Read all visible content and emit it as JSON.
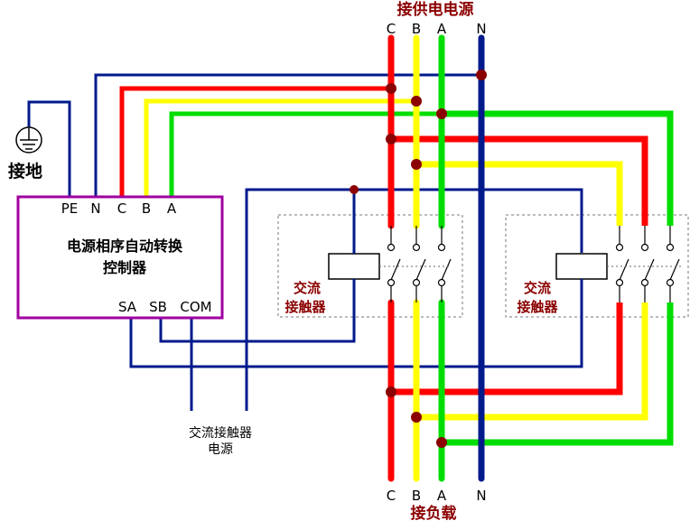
{
  "supply": {
    "title": "接供电电源",
    "phases": [
      "C",
      "B",
      "A",
      "N"
    ]
  },
  "load": {
    "title": "接负载",
    "phases": [
      "C",
      "B",
      "A",
      "N"
    ]
  },
  "ground": {
    "label": "接地"
  },
  "controller": {
    "title_line1": "电源相序自动转换",
    "title_line2": "控制器",
    "top_terminals": [
      "PE",
      "N",
      "C",
      "B",
      "A"
    ],
    "bottom_terminals": [
      "SA",
      "SB",
      "COM"
    ]
  },
  "contactor_left": {
    "line1": "交流",
    "line2": "接触器"
  },
  "contactor_right": {
    "line1": "交流",
    "line2": "接触器"
  },
  "contactor_power": {
    "line1": "交流接触器",
    "line2": "电源"
  },
  "colors": {
    "phase_c": "#ff0000",
    "phase_b": "#ffff00",
    "phase_a": "#00dd00",
    "neutral": "#001a8c",
    "controller_border": "#a000a0",
    "junction": "#8b0000"
  }
}
